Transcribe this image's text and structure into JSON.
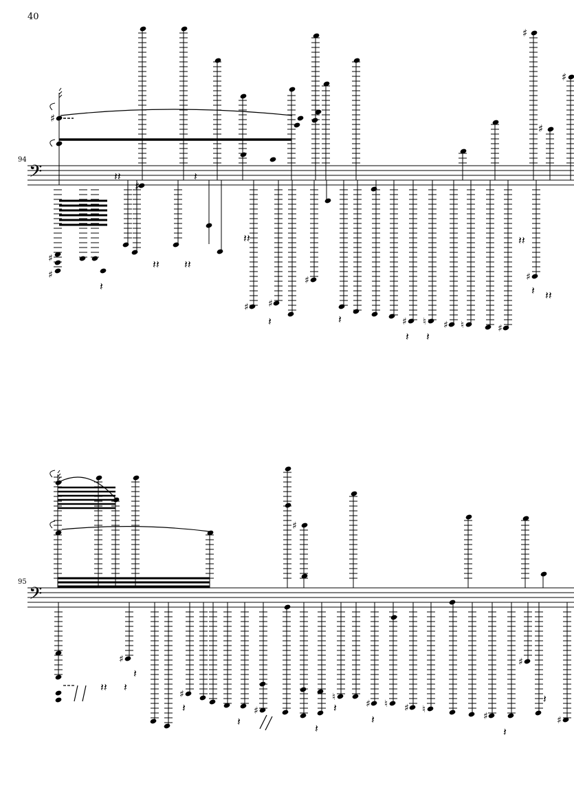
{
  "page": {
    "number": "40"
  },
  "systems": [
    {
      "measure_number": "94",
      "clef": "bass"
    },
    {
      "measure_number": "95",
      "clef": "bass"
    }
  ]
}
